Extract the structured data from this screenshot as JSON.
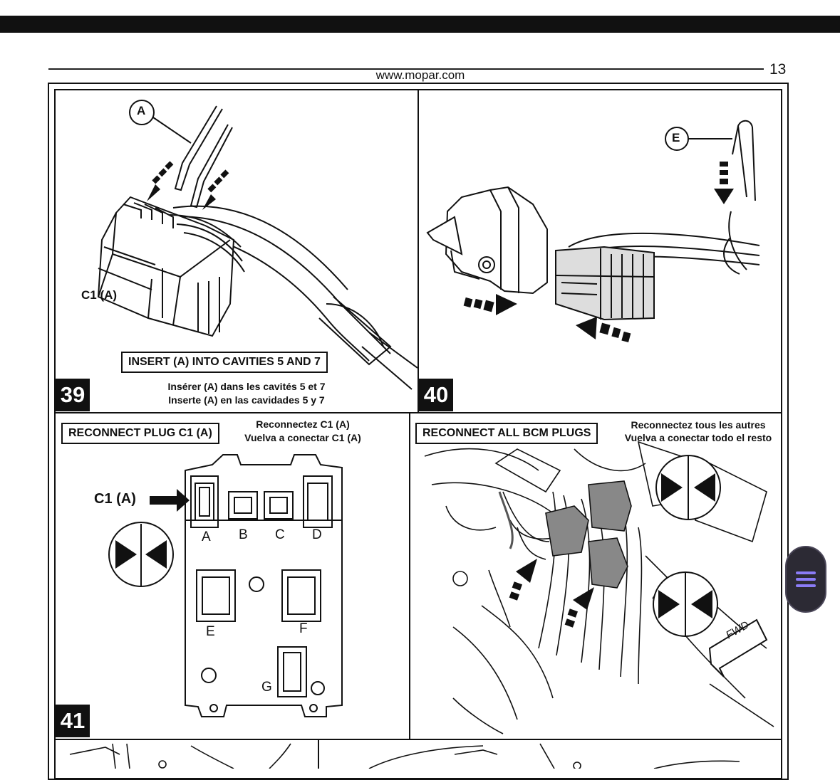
{
  "header": {
    "url": "www.mopar.com",
    "page_number": "13"
  },
  "step39": {
    "number": "39",
    "callout": "A",
    "connector_label": "C1 (A)",
    "instruction": "INSERT (A) INTO CAVITIES 5 AND 7",
    "french": "Insérer (A) dans les cavités 5 et 7",
    "spanish": "Inserte (A) en las cavidades 5 y 7"
  },
  "step40": {
    "number": "40",
    "callout": "E"
  },
  "step41": {
    "number": "41",
    "instruction": "RECONNECT PLUG C1 (A)",
    "french": "Reconnectez C1 (A)",
    "spanish": "Vuelva a conectar C1 (A)",
    "pointer_label": "C1 (A)",
    "sockets": [
      "A",
      "B",
      "C",
      "D",
      "E",
      "F",
      "G"
    ]
  },
  "step42": {
    "instruction": "RECONNECT ALL BCM PLUGS",
    "french": "Reconnectez tous les autres",
    "spanish": "Vuelva a conectar todo el resto",
    "direction_label": "FWD"
  },
  "colors": {
    "ink": "#111111",
    "fab_bg": "#2c2a34",
    "fab_icon": "#8b7cf6"
  },
  "icons": [
    "connector-symbol-icon",
    "menu-icon"
  ]
}
